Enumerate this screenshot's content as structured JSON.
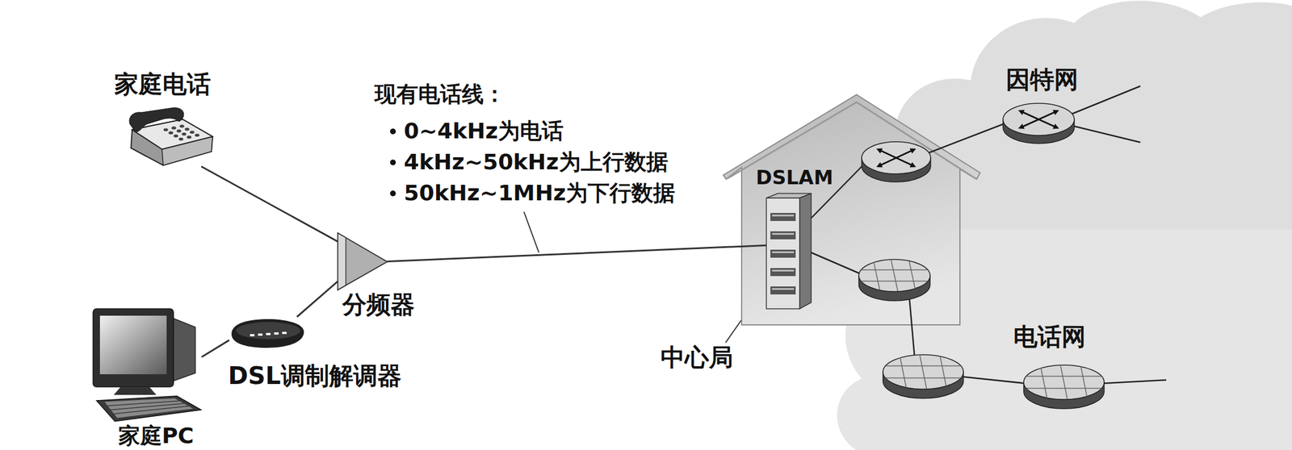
{
  "diagram": {
    "nodes": [
      {
        "text": [
          "家庭电话"
        ]
      },
      {
        "text": [
          "分频器"
        ]
      },
      {
        "text": [
          "DSL调制解调器"
        ]
      },
      {
        "text": [
          "家庭PC"
        ]
      },
      {
        "text": [
          "中心局"
        ]
      },
      {
        "text": [
          "DSLAM"
        ],
        "in": 4
      },
      {
        "text": [
          "因特网"
        ]
      },
      {
        "text": [
          "电话网"
        ]
      }
    ],
    "edges": [
      {
        "from": 0,
        "to": 1,
        "arrow": "none"
      },
      {
        "from": 1,
        "to": 2,
        "arrow": "none"
      },
      {
        "from": 2,
        "to": 3,
        "arrow": "none"
      },
      {
        "from": 1,
        "to": 5,
        "arrow": "none"
      }
    ],
    "labels": [
      "现有电话线：",
      "0~4kHz为电话",
      "4kHz~50kHz为上行数据",
      "50kHz~1MHz为下行数据"
    ]
  }
}
